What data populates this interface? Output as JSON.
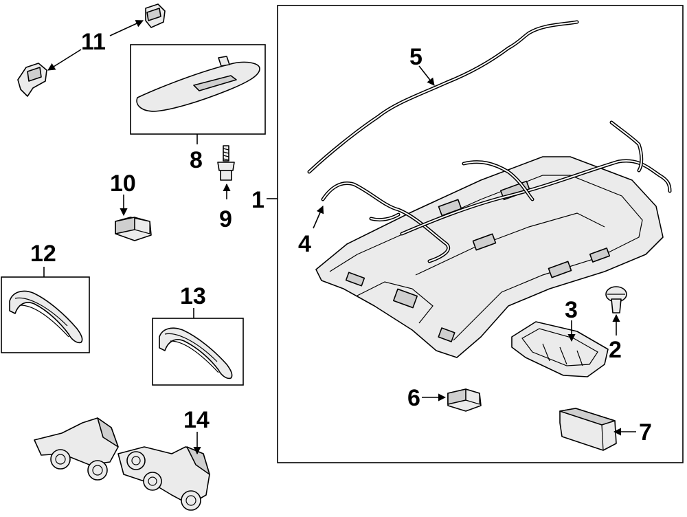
{
  "callouts": {
    "c1": "1",
    "c2": "2",
    "c3": "3",
    "c4": "4",
    "c5": "5",
    "c6": "6",
    "c7": "7",
    "c8": "8",
    "c9": "9",
    "c10": "10",
    "c11": "11",
    "c12": "12",
    "c13": "13",
    "c14": "14"
  },
  "icons": {
    "headliner": "headliner-icon",
    "sunvisor": "sunvisor-icon",
    "grab_handle": "grab-handle-icon",
    "clip": "clip-icon",
    "wire_harness": "wire-harness-icon",
    "bracket": "bracket-icon"
  }
}
